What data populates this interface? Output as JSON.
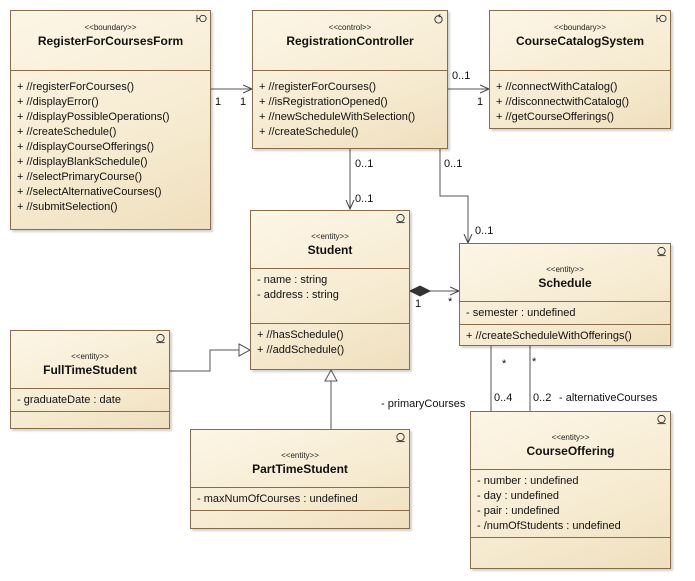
{
  "classes": {
    "register_form": {
      "stereotype": "<<boundary>>",
      "name": "RegisterForCoursesForm",
      "attributes": [],
      "operations": [
        "+ //registerForCourses()",
        "+ //displayError()",
        "+ //displayPossibleOperations()",
        "+ //createSchedule()",
        "+ //displayCourseOfferings()",
        "+ //displayBlankSchedule()",
        "+ //selectPrimaryCourse()",
        "+ //selectAlternativeCourses()",
        "+ //submitSelection()"
      ],
      "icon": "boundary-icon"
    },
    "registration_controller": {
      "stereotype": "<<control>>",
      "name": "RegistrationController",
      "attributes": [],
      "operations": [
        "+ //registerForCourses()",
        "+ //isRegistrationOpened()",
        "+ //newScheduleWithSelection()",
        "+ //createSchedule()"
      ],
      "icon": "control-icon"
    },
    "course_catalog": {
      "stereotype": "<<boundary>>",
      "name": "CourseCatalogSystem",
      "attributes": [],
      "operations": [
        "+ //connectWithCatalog()",
        "+ //disconnectwithCatalog()",
        "+ //getCourseOfferings()"
      ],
      "icon": "boundary-icon"
    },
    "student": {
      "stereotype": "<<entity>>",
      "name": "Student",
      "attributes": [
        "- name : string",
        "- address : string"
      ],
      "operations": [
        "+ //hasSchedule()",
        "+ //addSchedule()"
      ],
      "icon": "entity-icon"
    },
    "schedule": {
      "stereotype": "<<entity>>",
      "name": "Schedule",
      "attributes": [
        "- semester : undefined"
      ],
      "operations": [
        "+ //createScheduleWithOfferings()"
      ],
      "icon": "entity-icon"
    },
    "fulltime_student": {
      "stereotype": "<<entity>>",
      "name": "FullTimeStudent",
      "attributes": [
        "- graduateDate : date"
      ],
      "operations": [],
      "icon": "entity-icon"
    },
    "parttime_student": {
      "stereotype": "<<entity>>",
      "name": "PartTimeStudent",
      "attributes": [
        "- maxNumOfCourses : undefined"
      ],
      "operations": [],
      "icon": "entity-icon"
    },
    "course_offering": {
      "stereotype": "<<entity>>",
      "name": "CourseOffering",
      "attributes": [
        "- number : undefined",
        "- day : undefined",
        "- pair : undefined",
        "- /numOfStudents : undefined"
      ],
      "operations": [],
      "icon": "entity-icon"
    }
  },
  "labels": {
    "form_ctrl_form_end": "1",
    "form_ctrl_ctrl_end": "1",
    "ctrl_catalog_ctrl_end": "0..1",
    "ctrl_catalog_catalog_end": "1",
    "ctrl_student_ctrl_end": "0..1",
    "ctrl_student_student_end": "0..1",
    "ctrl_schedule_ctrl_end": "0..1",
    "ctrl_schedule_schedule_end": "0..1",
    "student_schedule_student_end": "1",
    "student_schedule_schedule_end": "*",
    "primary_schedule_end": "*",
    "primary_offering_end": "0..4",
    "primary_role": "- primaryCourses",
    "alternative_schedule_end": "*",
    "alternative_offering_end": "0..2",
    "alternative_role": "- alternativeCourses"
  },
  "colors": {
    "border": "#8a6b4a",
    "fill": "#f6ebd1",
    "line": "#555555"
  }
}
